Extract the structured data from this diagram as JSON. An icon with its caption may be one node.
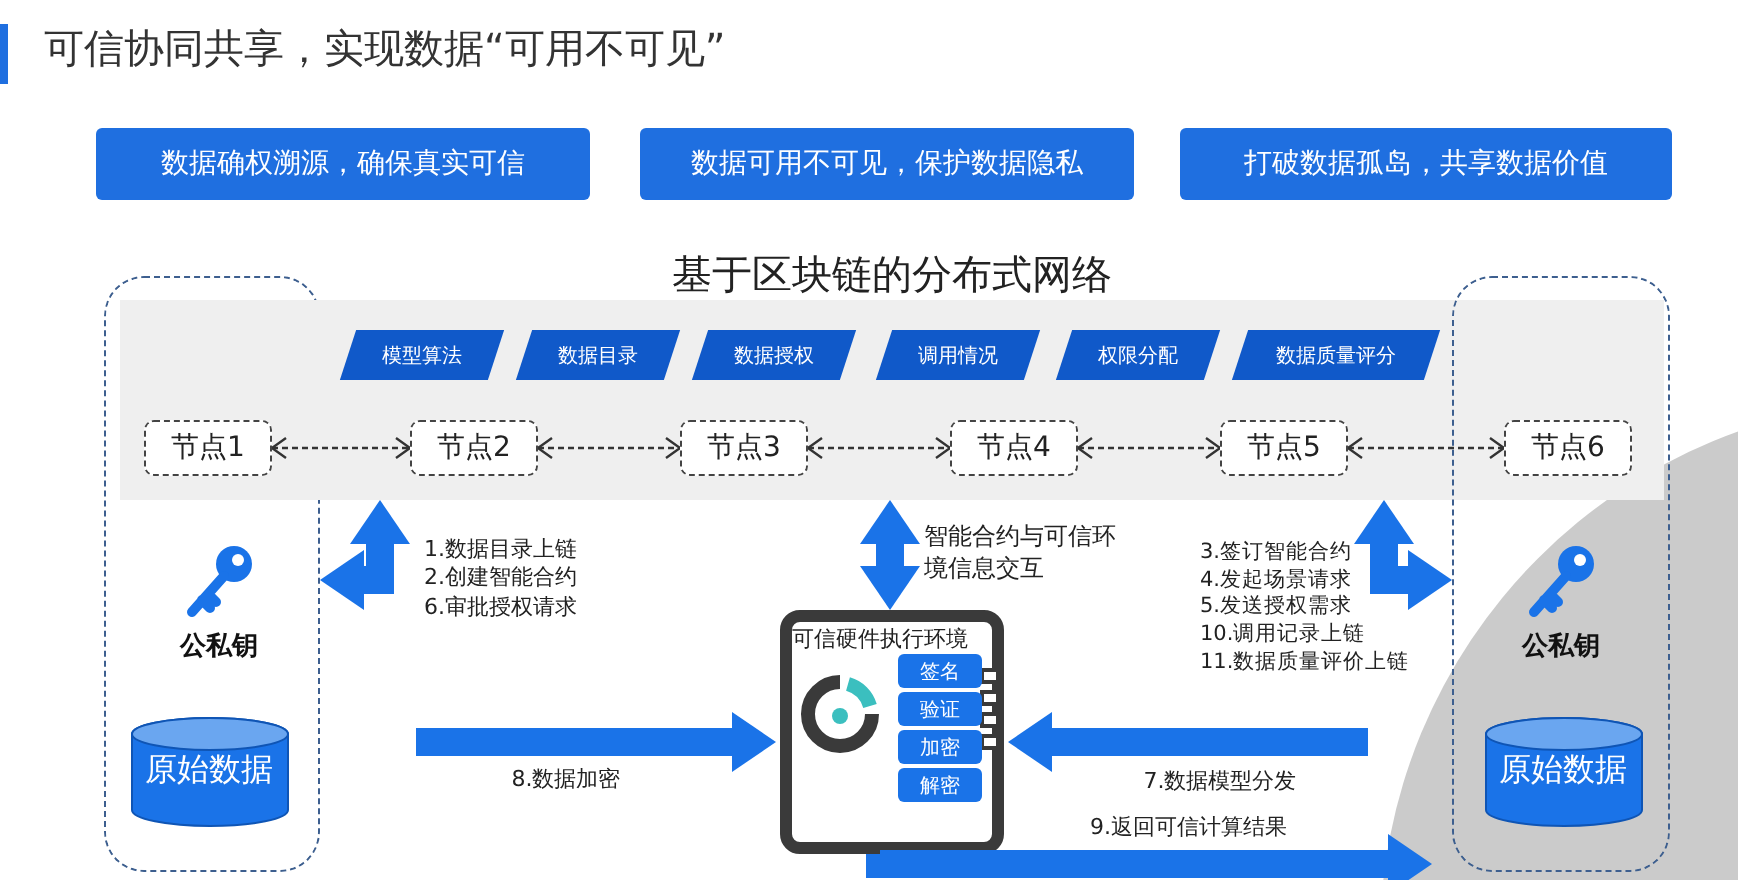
{
  "diagram": {
    "title": "可信协同共享，实现数据“可用不可见”",
    "nodes": [
      {
        "text": [
          "数据确权溯源，确保真实可信"
        ]
      },
      {
        "text": [
          "数据可用不可见，保护数据隐私"
        ]
      },
      {
        "text": [
          "打破数据孤岛，共享数据价值"
        ]
      },
      {
        "text": [],
        "shape": "box"
      },
      {
        "text": [
          "节点1"
        ]
      },
      {
        "text": [
          "公私钥"
        ],
        "in": 3
      },
      {
        "text": [
          "原始数据"
        ],
        "in": 3
      },
      {
        "text": [
          "基于区块链的分布式网络"
        ]
      },
      {
        "text": [
          "模型算法"
        ],
        "in": 7
      },
      {
        "text": [
          "数据目录"
        ],
        "in": 7
      },
      {
        "text": [
          "数据授权"
        ],
        "in": 7
      },
      {
        "text": [
          "调用情况"
        ],
        "in": 7
      },
      {
        "text": [
          "权限分配"
        ],
        "in": 7
      },
      {
        "text": [
          "数据质量评分"
        ],
        "in": 7
      },
      {
        "text": [
          "节点2"
        ],
        "in": 7
      },
      {
        "text": [
          "节点3"
        ],
        "in": 7
      },
      {
        "text": [
          "节点4"
        ],
        "in": 7
      },
      {
        "text": [
          "节点5"
        ],
        "in": 7
      },
      {
        "text": [],
        "shape": "box"
      },
      {
        "text": [
          "节点6"
        ]
      },
      {
        "text": [
          "公私钥"
        ],
        "in": 18
      },
      {
        "text": [
          "原始数据"
        ],
        "in": 18
      },
      {
        "text": [
          "可信硬件执行环境"
        ]
      },
      {
        "text": [
          "签名"
        ],
        "in": 22
      },
      {
        "text": [
          "验证"
        ],
        "in": 22
      },
      {
        "text": [
          "加密"
        ],
        "in": 22
      },
      {
        "text": [
          "解密"
        ],
        "in": 22
      }
    ],
    "edges": [
      {
        "from": 4,
        "to": 14,
        "arrow": "both",
        "style": "dashed",
        "color": "#333333"
      },
      {
        "from": 14,
        "to": 15,
        "arrow": "both",
        "style": "dashed",
        "color": "#333333"
      },
      {
        "from": 15,
        "to": 16,
        "arrow": "both",
        "style": "dashed",
        "color": "#333333"
      },
      {
        "from": 16,
        "to": 17,
        "arrow": "both",
        "style": "dashed",
        "color": "#333333"
      },
      {
        "from": 17,
        "to": 19,
        "arrow": "both",
        "style": "dashed",
        "color": "#333333"
      },
      {
        "from": 3,
        "to": 7,
        "arrow": "both",
        "label": "1.数据目录上链 2.创建智能合约 6.审批授权请求"
      },
      {
        "from": 7,
        "to": 22,
        "arrow": "both",
        "label": "智能合约与可信环境信息交互"
      },
      {
        "from": 7,
        "to": 18,
        "arrow": "both",
        "label": "3.签订智能合约 4.发起场景请求 5.发送授权需求 10.调用记录上链 11.数据质量评价上链"
      },
      {
        "from": 3,
        "to": 22,
        "arrow": "to",
        "label": "8.数据加密"
      },
      {
        "from": 18,
        "to": 22,
        "arrow": "to",
        "label": "7.数据模型分发"
      },
      {
        "from": 22,
        "to": 18,
        "arrow": "to",
        "label": "9.返回可信计算结果"
      }
    ]
  }
}
